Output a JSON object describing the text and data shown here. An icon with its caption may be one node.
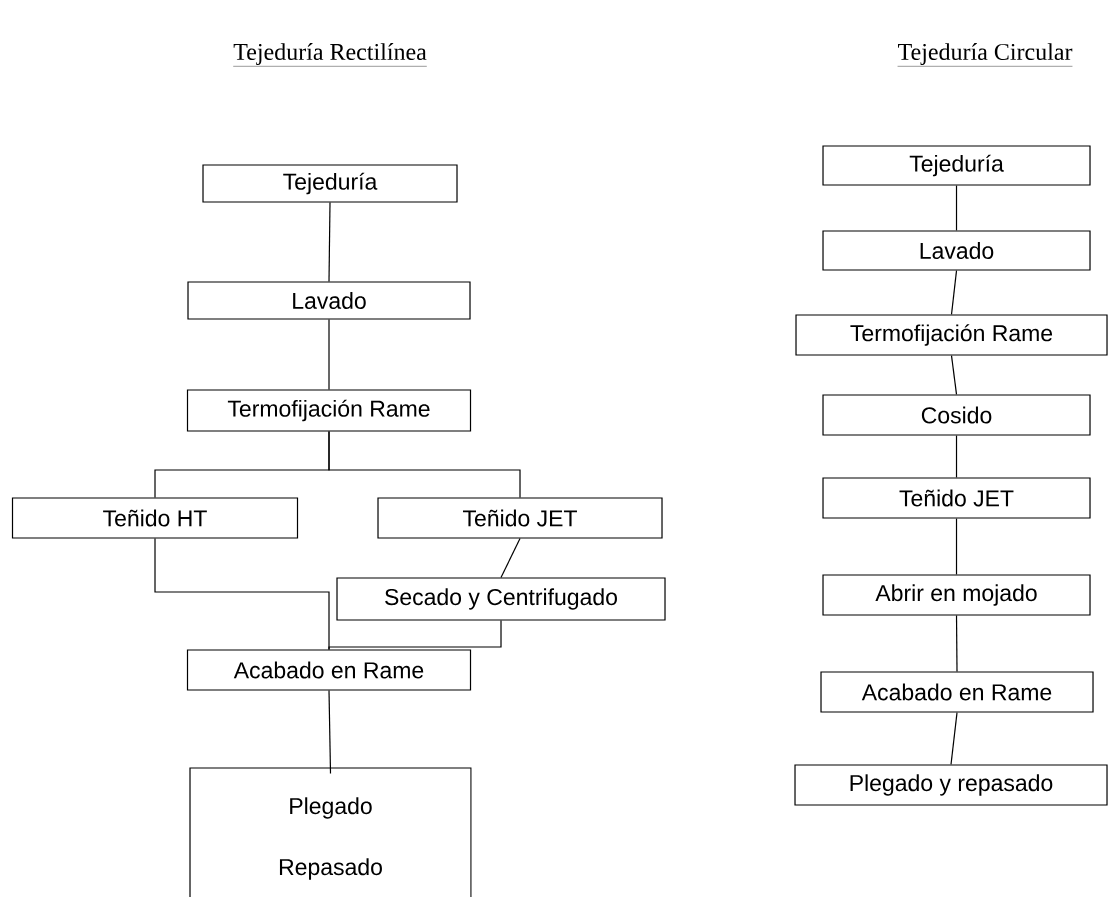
{
  "diagram": {
    "nodes": [
      {
        "text": [
          "Tejeduría"
        ]
      },
      {
        "text": [
          "Lavado"
        ]
      },
      {
        "text": [
          "Termofijación Rame"
        ]
      },
      {
        "text": [
          "Teñido HT"
        ]
      },
      {
        "text": [
          "Teñido JET"
        ]
      },
      {
        "text": [
          "Secado y Centrifugado"
        ]
      },
      {
        "text": [
          "Acabado en Rame"
        ]
      },
      {
        "text": [
          "Plegado",
          "Repasado"
        ]
      },
      {
        "text": [
          "Tejeduría"
        ]
      },
      {
        "text": [
          "Lavado"
        ]
      },
      {
        "text": [
          "Termofijación Rame"
        ]
      },
      {
        "text": [
          "Cosido"
        ]
      },
      {
        "text": [
          "Teñido JET"
        ]
      },
      {
        "text": [
          "Abrir en mojado"
        ]
      },
      {
        "text": [
          "Acabado en Rame"
        ]
      },
      {
        "text": [
          "Plegado y repasado"
        ]
      }
    ],
    "edges": [
      {
        "from": 0,
        "to": 1,
        "arrow": "none"
      },
      {
        "from": 1,
        "to": 2,
        "arrow": "none"
      },
      {
        "from": 2,
        "to": 3,
        "arrow": "none"
      },
      {
        "from": 2,
        "to": 4,
        "arrow": "none"
      },
      {
        "from": 4,
        "to": 5,
        "arrow": "none"
      },
      {
        "from": 3,
        "to": 6,
        "arrow": "none"
      },
      {
        "from": 5,
        "to": 6,
        "arrow": "none"
      },
      {
        "from": 6,
        "to": 7,
        "arrow": "none"
      },
      {
        "from": 8,
        "to": 9,
        "arrow": "none"
      },
      {
        "from": 9,
        "to": 10,
        "arrow": "none"
      },
      {
        "from": 10,
        "to": 11,
        "arrow": "none"
      },
      {
        "from": 11,
        "to": 12,
        "arrow": "none"
      },
      {
        "from": 12,
        "to": 13,
        "arrow": "none"
      },
      {
        "from": 13,
        "to": 14,
        "arrow": "none"
      },
      {
        "from": 14,
        "to": 15,
        "arrow": "none"
      }
    ],
    "labels": [
      "Tejeduría Rectilínea",
      "Tejeduría Circular"
    ]
  }
}
